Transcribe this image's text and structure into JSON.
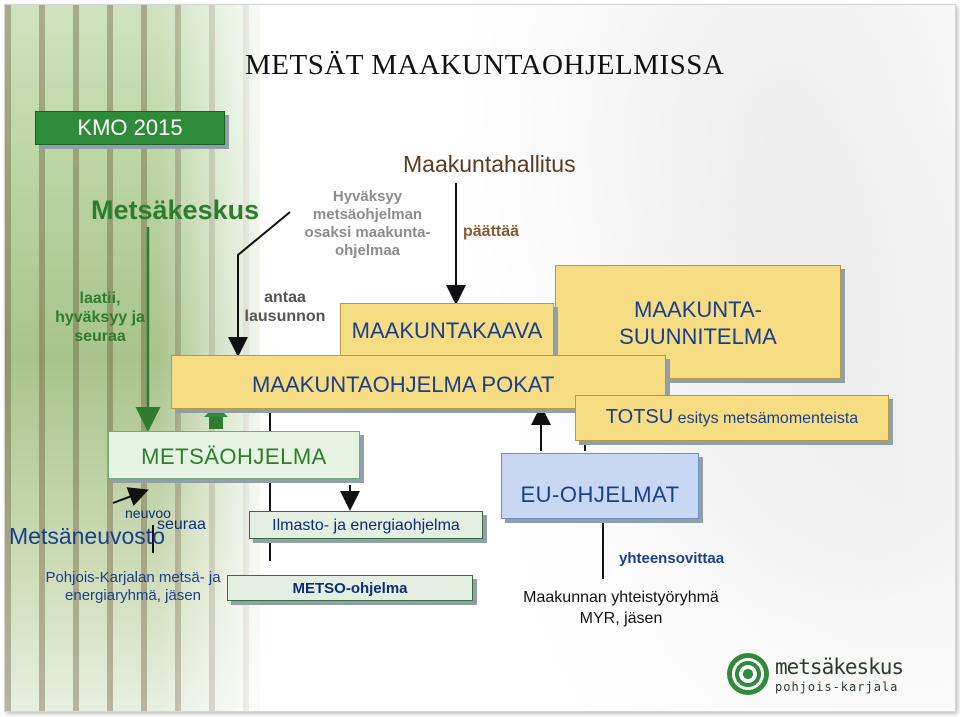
{
  "title": "METSÄT MAAKUNTAOHJELMISSA",
  "kmo": "KMO 2015",
  "metsakeskus": "Metsäkeskus",
  "laatii": "laatii, hyväksyy ja seuraa",
  "antaa": "antaa lausunnon",
  "hyvaksyy": "Hyväksyy metsäohjelman osaksi maakunta-ohjelmaa",
  "maakuntahallitus": "Maakuntahallitus",
  "paattaa": "päättää",
  "maakuntakaava": "MAAKUNTAKAAVA",
  "maakuntasuunnitelma": "MAAKUNTA-SUUNNITELMA",
  "maakuntaohjelma": "MAAKUNTAOHJELMA POKAT",
  "totsu": "TOTSU",
  "totsu_text": "esitys metsämomenteista",
  "metsaohjelma": "METSÄOHJELMA",
  "eu_ohjelmat": "EU-OHJELMAT",
  "ilmasto": "Ilmasto- ja energiaohjelma",
  "metso": "METSO-ohjelma",
  "neuvoo": "neuvoo",
  "seuraa": "seuraa",
  "metsaneuvosto": "Metsäneuvosto",
  "pk_ryhma": "Pohjois-Karjalan metsä- ja energiaryhmä, jäsen",
  "yhteensovittaa": "yhteensovittaa",
  "myr": "Maakunnan yhteistyöryhmä MYR, jäsen",
  "logo": {
    "name": "metsäkeskus",
    "sub": "pohjois-karjala"
  },
  "colors": {
    "green": "#2e8b3a",
    "yellow_box": "#f6dc83",
    "blue_text": "#1a3f8c",
    "eu_box": "#c8d8f2"
  }
}
